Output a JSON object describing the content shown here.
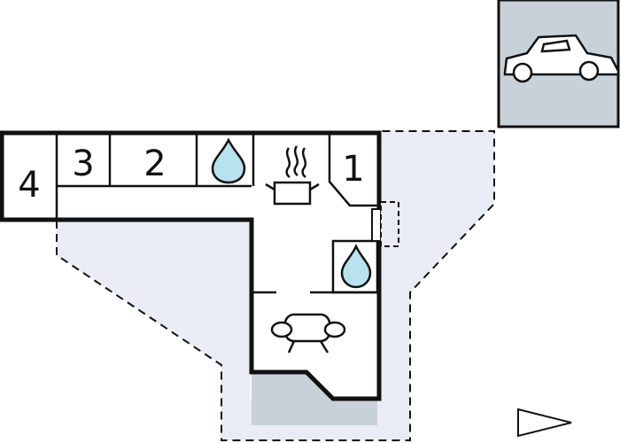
{
  "rooms": {
    "bedroom_1": {
      "number": "1"
    },
    "bedroom_2": {
      "number": "2"
    },
    "bedroom_3": {
      "number": "3"
    },
    "bedroom_4": {
      "number": "4"
    }
  },
  "icons": {
    "bathroom_upper": "water-drop-icon",
    "bathroom_lower": "water-drop-icon",
    "kitchen": "cooking-pot-icon",
    "living": "sofa-icon",
    "parking": "car-icon",
    "orientation": "north-arrow-icon"
  },
  "colors": {
    "outdoor_area": "#e9ebf5",
    "parking_area": "#c9d1d8",
    "terrace_area": "#c9d1d8",
    "water_drop": "#b9e2ef",
    "walls": "#111111"
  }
}
